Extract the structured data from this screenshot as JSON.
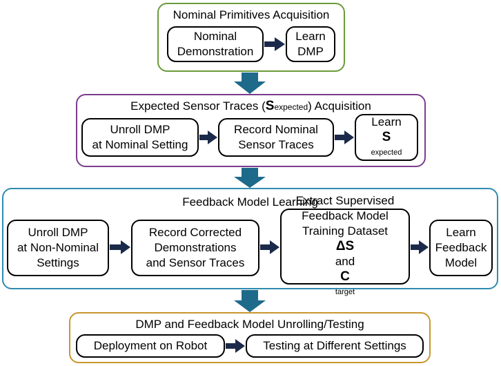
{
  "colors": {
    "group1_border": "#6a9b3a",
    "group2_border": "#7a3c8c",
    "group3_border": "#2f8bb0",
    "group4_border": "#c9962e",
    "big_arrow": "#1d6a8a",
    "small_arrow": "#1b2a4a"
  },
  "groups": [
    {
      "title": "Nominal Primitives Acquisition",
      "steps": [
        {
          "lines": [
            "Nominal",
            "Demonstration"
          ]
        },
        {
          "lines": [
            "Learn",
            "DMP"
          ]
        }
      ]
    },
    {
      "title_prefix": "Expected Sensor Traces (",
      "title_symbol": "S",
      "title_sub": "expected",
      "title_suffix": ") Acquisition",
      "steps": [
        {
          "lines": [
            "Unroll DMP",
            "at Nominal Setting"
          ]
        },
        {
          "lines": [
            "Record Nominal",
            "Sensor Traces"
          ]
        },
        {
          "line1": "Learn",
          "symbol": "S",
          "sub": "expected"
        }
      ]
    },
    {
      "title": "Feedback Model Learning",
      "steps": [
        {
          "lines": [
            "Unroll DMP",
            "at Non-Nominal",
            "Settings"
          ]
        },
        {
          "lines": [
            "Record Corrected",
            "Demonstrations",
            "and Sensor Traces"
          ]
        },
        {
          "lines": [
            "Extract Supervised",
            "Feedback Model",
            "Training Dataset"
          ],
          "sym1": "ΔS",
          "and": " and ",
          "sym2": "C",
          "sym2_sub": "target"
        },
        {
          "lines": [
            "Learn",
            "Feedback",
            "Model"
          ]
        }
      ]
    },
    {
      "title": "DMP and Feedback Model Unrolling/Testing",
      "steps": [
        {
          "lines": [
            "Deployment on Robot"
          ]
        },
        {
          "lines": [
            "Testing at Different Settings"
          ]
        }
      ]
    }
  ]
}
